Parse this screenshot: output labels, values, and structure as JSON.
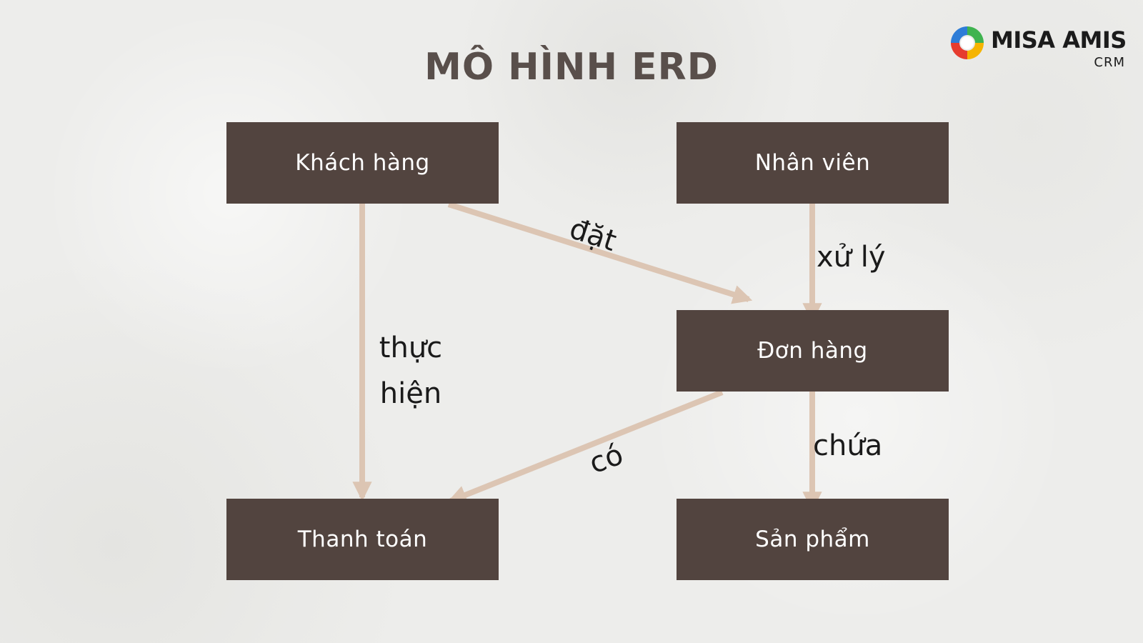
{
  "title": "MÔ HÌNH ERD",
  "logo": {
    "name": "MISA AMIS",
    "sub": "CRM",
    "colors": [
      "#2e7dd7",
      "#3fb34f",
      "#f5b400",
      "#e63c2f"
    ]
  },
  "colors": {
    "entity_fill": "#52443f",
    "entity_text": "#ffffff",
    "arrow": "#dcc5b3",
    "title": "#594f4b",
    "background": "#ededeb"
  },
  "entities": {
    "khach_hang": "Khách hàng",
    "nhan_vien": "Nhân viên",
    "don_hang": "Đơn hàng",
    "thanh_toan": "Thanh toán",
    "san_pham": "Sản phẩm"
  },
  "relationships": {
    "dat": "đặt",
    "xu_ly": "xử lý",
    "thuc_hien": "thực hiện",
    "co": "có",
    "chua": "chứa"
  },
  "edges": [
    {
      "from": "Khách hàng",
      "to": "Đơn hàng",
      "label": "đặt"
    },
    {
      "from": "Nhân viên",
      "to": "Đơn hàng",
      "label": "xử lý"
    },
    {
      "from": "Khách hàng",
      "to": "Thanh toán",
      "label": "thực hiện"
    },
    {
      "from": "Đơn hàng",
      "to": "Thanh toán",
      "label": "có"
    },
    {
      "from": "Đơn hàng",
      "to": "Sản phẩm",
      "label": "chứa"
    }
  ]
}
